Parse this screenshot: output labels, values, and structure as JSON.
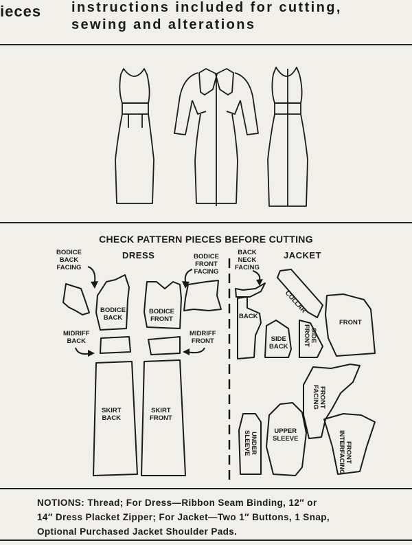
{
  "header": {
    "pieces_word": "ieces",
    "line1": "instructions included for cutting,",
    "line2": "sewing and alterations"
  },
  "check_title": "CHECK PATTERN PIECES BEFORE CUTTING",
  "dress": {
    "title": "DRESS",
    "bodice_back_facing": [
      "BODICE",
      "BACK",
      "FACING"
    ],
    "bodice_back": [
      "BODICE",
      "BACK"
    ],
    "bodice_front": [
      "BODICE",
      "FRONT"
    ],
    "bodice_front_facing": [
      "BODICE",
      "FRONT",
      "FACING"
    ],
    "midriff_back": [
      "MIDRIFF",
      "BACK"
    ],
    "midriff_front": [
      "MIDRIFF",
      "FRONT"
    ],
    "skirt_back": [
      "SKIRT",
      "BACK"
    ],
    "skirt_front": [
      "SKIRT",
      "FRONT"
    ]
  },
  "jacket": {
    "title": "JACKET",
    "back_neck_facing": [
      "BACK",
      "NECK",
      "FACING"
    ],
    "collar": "COLLAR",
    "back": "BACK",
    "side_back": [
      "SIDE",
      "BACK"
    ],
    "side_front": [
      "SIDE",
      "FRONT"
    ],
    "front": "FRONT",
    "front_facing": [
      "FRONT",
      "FACING"
    ],
    "under_sleeve": [
      "UNDER",
      "SLEEVE"
    ],
    "upper_sleeve": [
      "UPPER",
      "SLEEVE"
    ],
    "front_interfacing": [
      "FRONT",
      "INTERFACING"
    ]
  },
  "notions": {
    "line1": "NOTIONS: Thread; For Dress—Ribbon Seam Binding, 12″ or",
    "line2": "14″ Dress Placket Zipper; For Jacket—Two 1″ Buttons, 1 Snap,",
    "line3": "Optional Purchased Jacket Shoulder Pads."
  }
}
